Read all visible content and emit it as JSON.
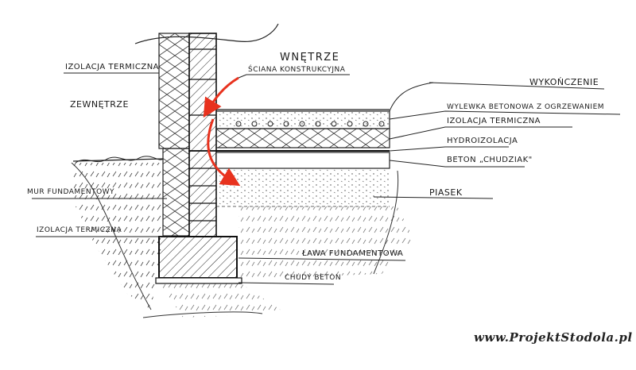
{
  "labels": {
    "wnetrze": "WNĘTRZE",
    "sciana": "ŚCIANA KONSTRUKCYJNA",
    "izolacja_top": "IZOLACJA TERMICZNA",
    "zewnetrze": "ZEWNĘTRZE",
    "wykonczenie": "WYKOŃCZENIE",
    "wylewka": "WYLEWKA BETONOWA Z OGRZEWANIEM",
    "izolacja_floor": "IZOLACJA TERMICZNA",
    "hydroizolacja": "HYDROIZOLACJA",
    "beton_chudziak": "BETON „CHUDZIAK\"",
    "piasek": "PIASEK",
    "mur": "MUR FUNDAMENTOWY",
    "izolacja_bottom": "IZOLACJA TERMICZNA",
    "lawa": "ŁAWA FUNDAMENTOWA",
    "chudy_beton": "CHUDY BETON"
  },
  "watermark": "www.ProjektStodola.pl",
  "colors": {
    "ink": "#1a1a1a",
    "arrow": "#e8321e"
  }
}
